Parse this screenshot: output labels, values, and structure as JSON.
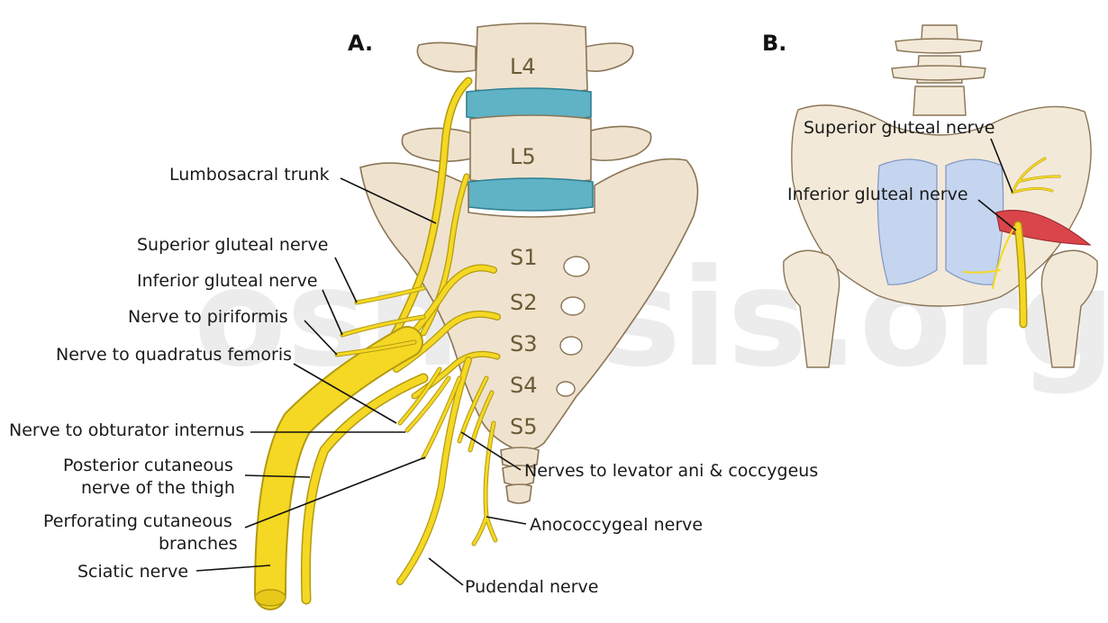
{
  "watermark": "osmosis.org",
  "panel_a": {
    "title": "A.",
    "vertebrae": [
      "L4",
      "L5",
      "S1",
      "S2",
      "S3",
      "S4",
      "S5"
    ],
    "labels": {
      "lumbosacral_trunk": "Lumbosacral trunk",
      "superior_gluteal": "Superior gluteal nerve",
      "inferior_gluteal": "Inferior gluteal nerve",
      "piriformis": "Nerve to piriformis",
      "quadratus_femoris": "Nerve to quadratus femoris",
      "obturator_internus": "Nerve to obturator internus",
      "posterior_cutaneous_1": "Posterior cutaneous",
      "posterior_cutaneous_2": "nerve of the thigh",
      "perforating_1": "Perforating cutaneous",
      "perforating_2": "branches",
      "sciatic": "Sciatic nerve",
      "levator_ani": "Nerves to levator ani & coccygeus",
      "anococcygeal": "Anococcygeal nerve",
      "pudendal": "Pudendal nerve"
    }
  },
  "panel_b": {
    "title": "B.",
    "labels": {
      "superior_gluteal": "Superior gluteal nerve",
      "inferior_gluteal": "Inferior gluteal nerve"
    }
  },
  "colors": {
    "nerve": "#f4d823",
    "bone": "#efe3cf",
    "disc": "#5fb3c4",
    "ligament": "#c5d5ef",
    "muscle": "#d9454a"
  }
}
